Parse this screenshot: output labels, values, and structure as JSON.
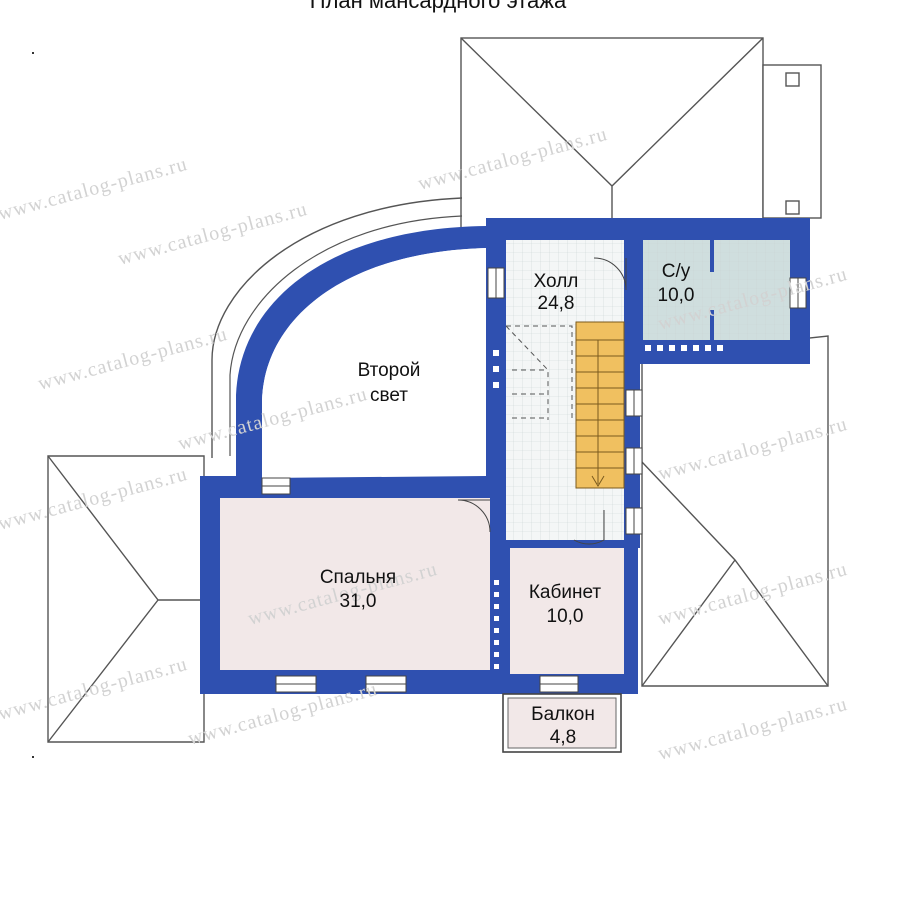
{
  "title": "План мансардного этажа",
  "watermark": "www.catalog-plans.ru",
  "colors": {
    "wall": "#2f50b0",
    "hall_floor": "#f4f6f6",
    "bath_floor": "#cfdede",
    "room_floor": "#f2e8e8",
    "stair": "#f0c060",
    "roof_line": "#555555"
  },
  "rooms": {
    "hall": {
      "name": "Холл",
      "area": "24,8"
    },
    "bath": {
      "name": "С/у",
      "area": "10,0"
    },
    "light": {
      "name_line1": "Второй",
      "name_line2": "свет"
    },
    "bedroom": {
      "name": "Спальня",
      "area": "31,0"
    },
    "study": {
      "name": "Кабинет",
      "area": "10,0"
    },
    "balcony": {
      "name": "Балкон",
      "area": "4,8"
    }
  }
}
